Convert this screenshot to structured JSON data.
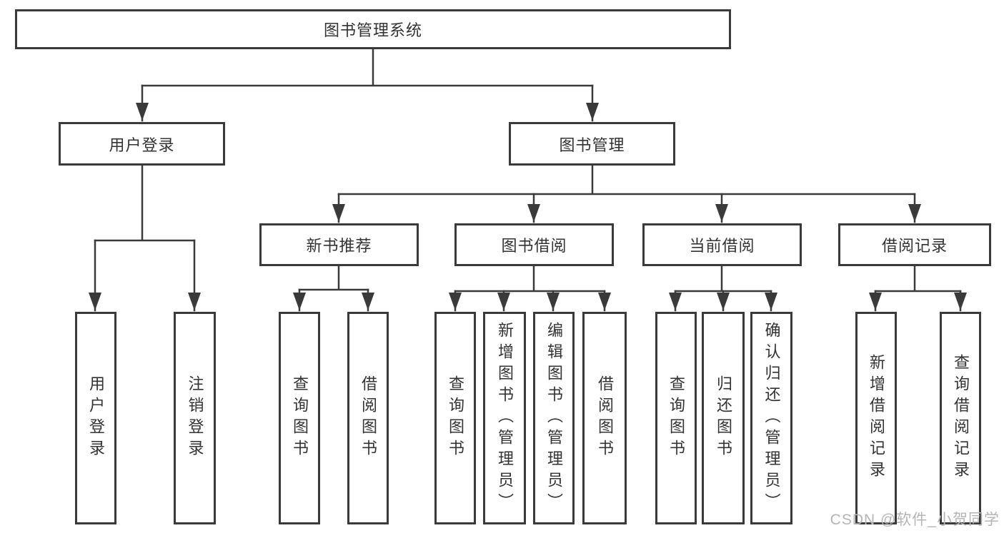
{
  "tree": {
    "label": "图书管理系统",
    "children": [
      {
        "label": "用户登录",
        "children": [
          {
            "label": "用户登录"
          },
          {
            "label": "注销登录"
          }
        ]
      },
      {
        "label": "图书管理",
        "children": [
          {
            "label": "新书推荐",
            "children": [
              {
                "label": "查询图书"
              },
              {
                "label": "借阅图书"
              }
            ]
          },
          {
            "label": "图书借阅",
            "children": [
              {
                "label": "查询图书"
              },
              {
                "label": "新增图书（管理员）"
              },
              {
                "label": "编辑图书（管理员）"
              },
              {
                "label": "借阅图书"
              }
            ]
          },
          {
            "label": "当前借阅",
            "children": [
              {
                "label": "查询图书"
              },
              {
                "label": "归还图书"
              },
              {
                "label": "确认归还（管理员）"
              }
            ]
          },
          {
            "label": "借阅记录",
            "children": [
              {
                "label": "新增借阅记录"
              },
              {
                "label": "查询借阅记录"
              }
            ]
          }
        ]
      }
    ]
  },
  "watermark": {
    "text": "CSDN @软件_小贺同学"
  },
  "colors": {
    "background": "#ffffff",
    "box_border": "#3a3a3a",
    "line": "#3a3a3a",
    "text": "#333333",
    "watermark": "#b5b5b5"
  }
}
